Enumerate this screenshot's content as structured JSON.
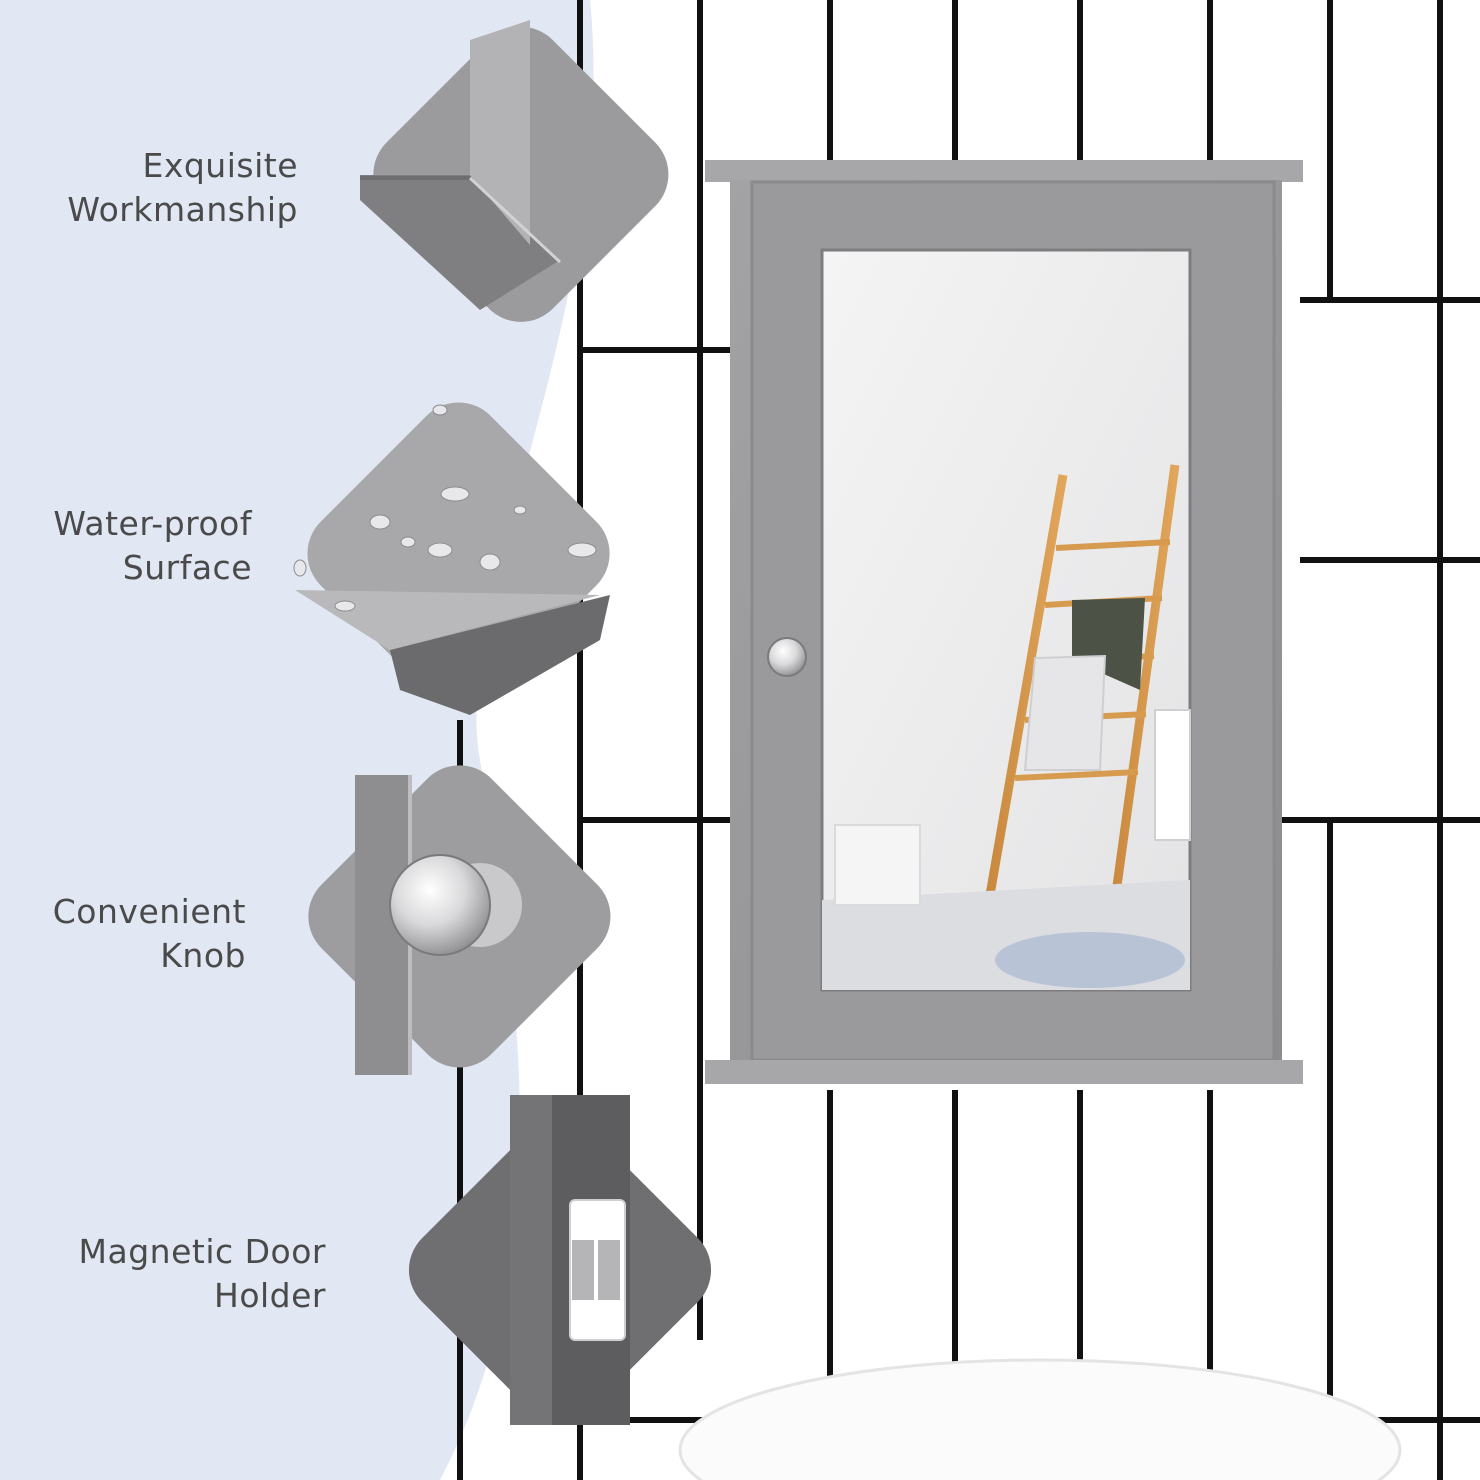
{
  "features": [
    {
      "line1": "Exquisite",
      "line2": "Workmanship",
      "detail_icon": "cabinet-corner-detail"
    },
    {
      "line1": "Water-proof",
      "line2": "Surface",
      "detail_icon": "water-droplets-detail"
    },
    {
      "line1": "Convenient",
      "line2": "Knob",
      "detail_icon": "chrome-knob-detail"
    },
    {
      "line1": "Magnetic Door",
      "line2": "Holder",
      "detail_icon": "magnetic-catch-detail"
    }
  ],
  "product": {
    "name_icon": "mirrored-wall-cabinet",
    "cabinet_color": "#9a9a9c",
    "background_color": "#e1e8f4"
  }
}
